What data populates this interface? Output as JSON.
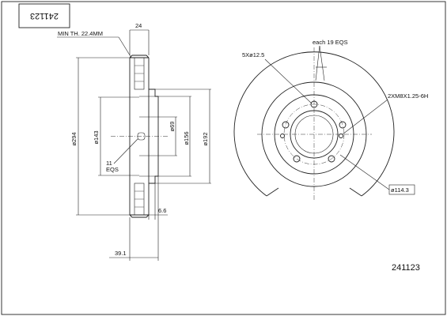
{
  "title_block": {
    "part_number": "241123"
  },
  "part_label": "241123",
  "side_view": {
    "min_thickness": "MIN TH. 22.4MM",
    "thickness": "24",
    "outer_diameter": "ø294",
    "bolt_circle_dia": "ø143",
    "hub_bore": "ø69",
    "hub_dia": "ø156",
    "friction_inner_dia": "ø192",
    "hat_depth": "6.6",
    "overall_height": "39.1",
    "vanes_count": "11",
    "vanes_eqs": "EQS"
  },
  "front_view": {
    "holes": "5Xø12.5",
    "spacing": "each 19  EQS",
    "threads": "2XM8X1.25-6H",
    "pcd": "ø114.3"
  }
}
